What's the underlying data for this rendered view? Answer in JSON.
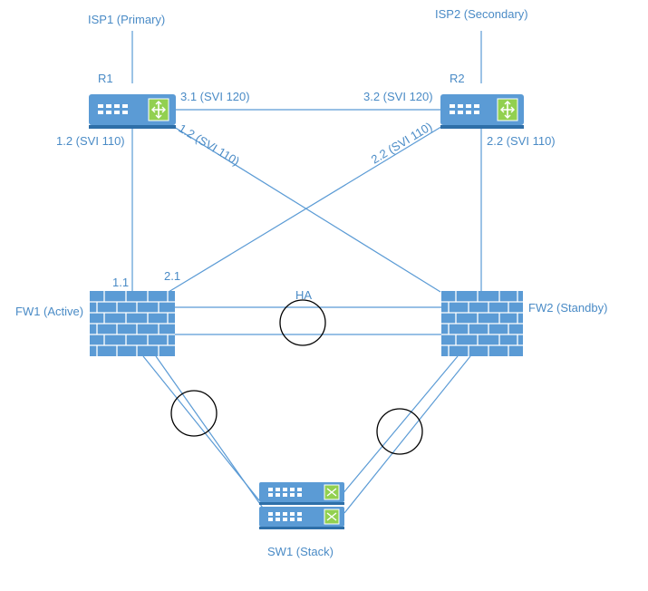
{
  "diagram": {
    "isp1": "ISP1 (Primary)",
    "isp2": "ISP2 (Secondary)",
    "r1": {
      "name": "R1",
      "port_31": "3.1 (SVI 120)",
      "port_12_down": "1.2 (SVI 110)",
      "port_12_diag": "1.2 (SVI 110)"
    },
    "r2": {
      "name": "R2",
      "port_32": "3.2 (SVI 120)",
      "port_22_diag": "2.2 (SVI 110)",
      "port_22_down": "2.2 (SVI 110)"
    },
    "fw1": {
      "name": "FW1 (Active)",
      "port_11": "1.1",
      "port_21": "2.1"
    },
    "fw2": {
      "name": "FW2 (Standby)"
    },
    "ha": "HA",
    "sw1": "SW1 (Stack)"
  },
  "colors": {
    "device_fill": "#5b9bd5",
    "link": "#5b9bd5",
    "label": "#4a8bc6",
    "router_core": "#92d050",
    "lag_circle": "#000000"
  }
}
